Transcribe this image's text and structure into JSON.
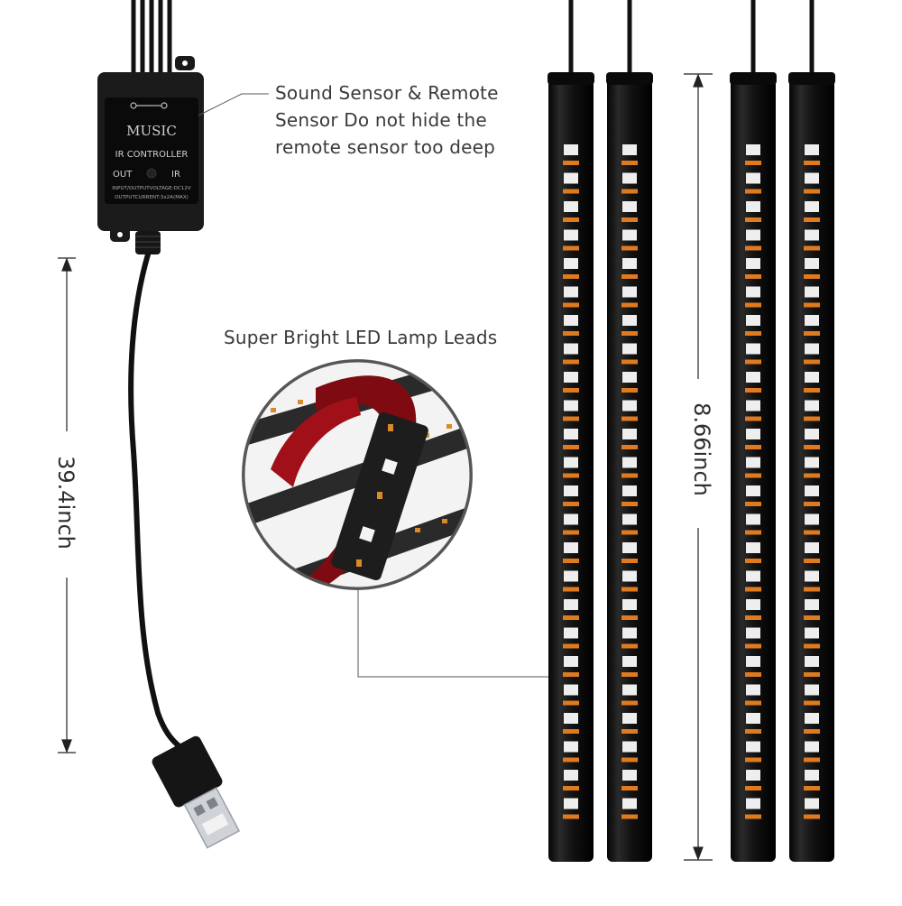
{
  "annotations": {
    "sensor_callout": "Sound Sensor & Remote Sensor Do not hide the remote sensor too deep",
    "leds_callout": "Super Bright LED Lamp Leads"
  },
  "dimensions": {
    "cable_length": "39.4inch",
    "strip_length": "8.66inch"
  },
  "controller": {
    "label_music": "MUSIC",
    "label_title": "IR CONTROLLER",
    "label_out": "OUT",
    "label_ir": "IR",
    "label_voltage": "INPUT/OUTPUTVOLTAGE:DC12V",
    "label_current": "OUTPUTCURRENT:3x2A(MAX)"
  },
  "colors": {
    "strip_body": "#141414",
    "led_white": "#eeeeee",
    "led_amber": "#e07a1f",
    "flex_red": "#8a0f16",
    "cable": "#111111"
  }
}
